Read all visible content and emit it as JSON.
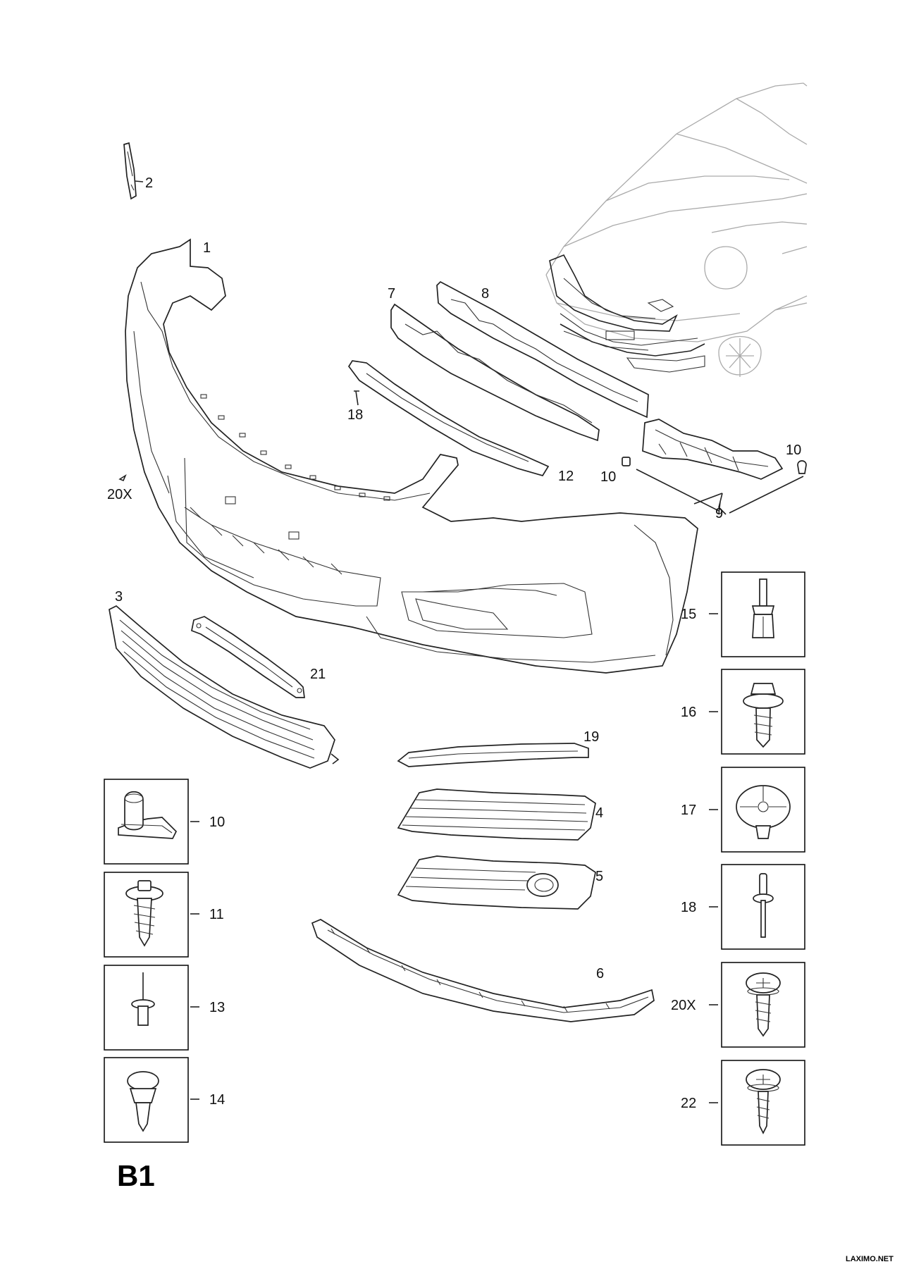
{
  "sheet_id": "B1",
  "watermark": "LAXIMO.NET",
  "callouts": {
    "c1": "1",
    "c2": "2",
    "c3": "3",
    "c4": "4",
    "c5": "5",
    "c6": "6",
    "c7": "7",
    "c8": "8",
    "c9": "9",
    "c10a": "10",
    "c10b": "10",
    "c12": "12",
    "c18": "18",
    "c19": "19",
    "c20x": "20X",
    "c21": "21"
  },
  "fastener_boxes_left": [
    {
      "ref": "10",
      "icon": "clip-nut-icon"
    },
    {
      "ref": "11",
      "icon": "flange-screw-icon"
    },
    {
      "ref": "13",
      "icon": "blind-rivet-icon"
    },
    {
      "ref": "14",
      "icon": "push-clip-icon"
    }
  ],
  "fastener_boxes_right": [
    {
      "ref": "15",
      "icon": "expansion-rivet-icon"
    },
    {
      "ref": "16",
      "icon": "hex-flange-screw-icon"
    },
    {
      "ref": "17",
      "icon": "round-clip-icon"
    },
    {
      "ref": "18",
      "icon": "pop-rivet-icon"
    },
    {
      "ref": "20X",
      "icon": "phillips-washer-screw-icon"
    },
    {
      "ref": "22",
      "icon": "phillips-tapping-screw-icon"
    }
  ]
}
